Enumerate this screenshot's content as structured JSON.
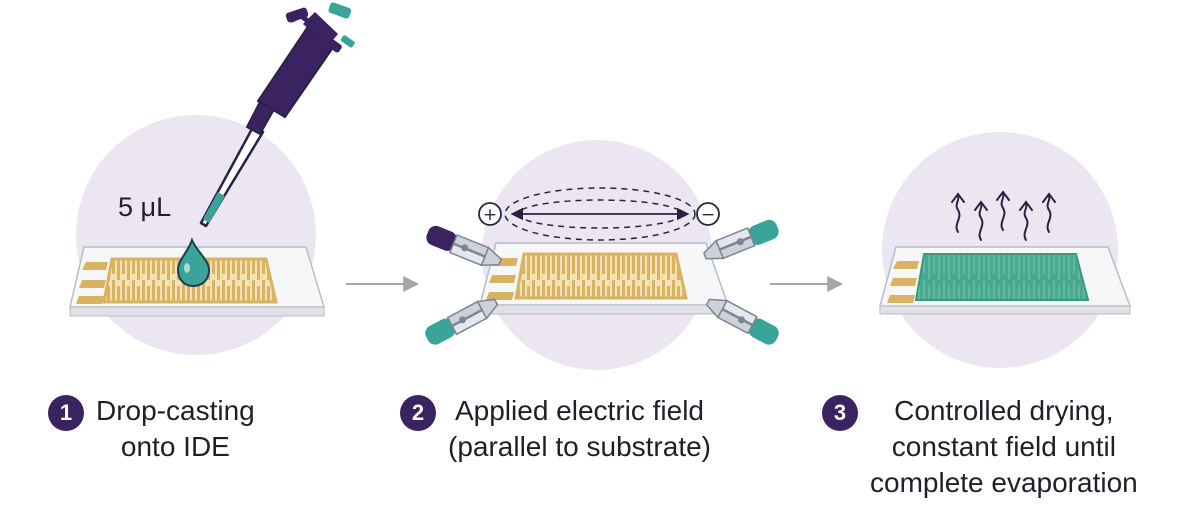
{
  "steps": [
    {
      "number": "1",
      "lines": [
        "Drop-casting",
        "onto IDE"
      ]
    },
    {
      "number": "2",
      "lines": [
        "Applied electric field",
        "(parallel to substrate)"
      ]
    },
    {
      "number": "3",
      "lines": [
        "Controlled drying,",
        "constant field until",
        "complete evaporation"
      ]
    }
  ],
  "volume_label": "5 μL",
  "polarity": {
    "positive": "+",
    "negative": "−"
  },
  "colors": {
    "circle_bg": "#ece6f3",
    "pipette": "#3a2360",
    "accent_teal": "#3aa39a",
    "electrode_gold": "#d9b262",
    "film_green": "#4aa88e",
    "number_badge": "#3a2360",
    "arrow_gray": "#a6a6a6"
  },
  "icons": [
    "pipette-icon",
    "droplet-icon",
    "alligator-clip-icon",
    "field-lines-icon",
    "vapor-arrow-icon",
    "step-arrow-icon"
  ]
}
